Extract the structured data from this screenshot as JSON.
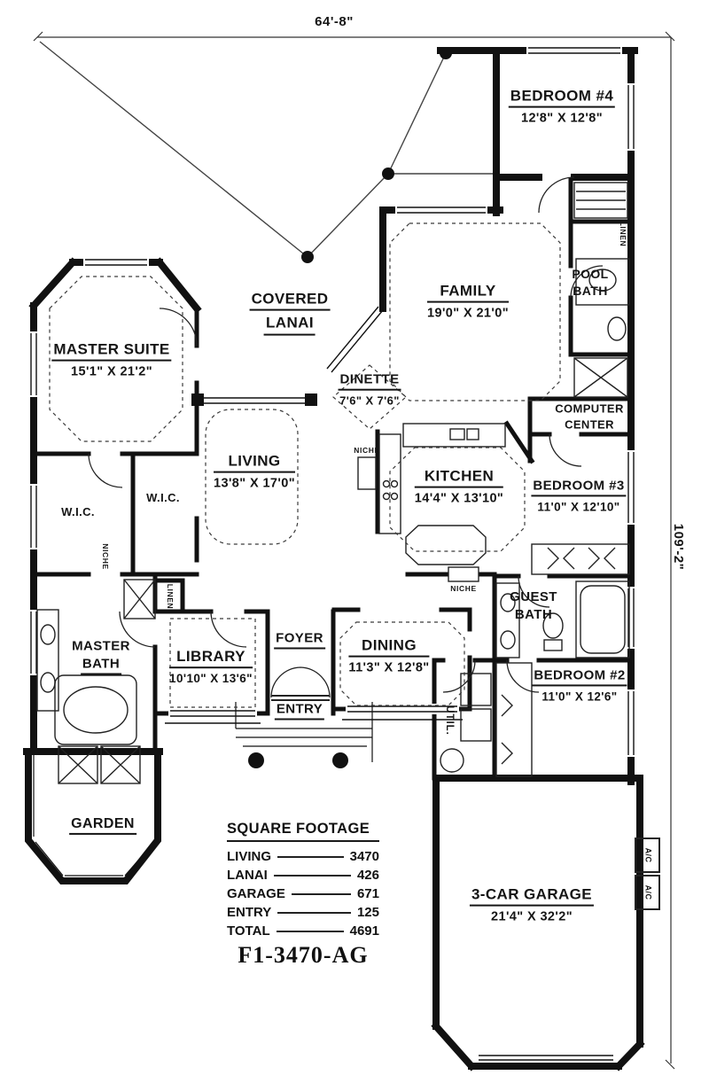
{
  "sheet": {
    "width_dim": "64'-8\"",
    "height_dim": "109'-2\""
  },
  "rooms": {
    "bedroom4": {
      "name": "BEDROOM #4",
      "size": "12'8\" X 12'8\""
    },
    "pool_bath": {
      "line1": "POOL",
      "line2": "BATH"
    },
    "covered_lanai": {
      "line1": "COVERED",
      "line2": "LANAI"
    },
    "family": {
      "name": "FAMILY",
      "size": "19'0\" X 21'0\""
    },
    "master_suite": {
      "name": "MASTER SUITE",
      "size": "15'1\" X 21'2\""
    },
    "dinette": {
      "name": "DINETTE",
      "size": "7'6\" X 7'6\""
    },
    "computer_center": {
      "line1": "COMPUTER",
      "line2": "CENTER"
    },
    "living": {
      "name": "LIVING",
      "size": "13'8\" X 17'0\""
    },
    "kitchen": {
      "name": "KITCHEN",
      "size": "14'4\" X 13'10\""
    },
    "bedroom3": {
      "name": "BEDROOM #3",
      "size": "11'0\" X 12'10\""
    },
    "wic_left": {
      "name": "W.I.C."
    },
    "wic_right": {
      "name": "W.I.C."
    },
    "master_bath": {
      "line1": "MASTER",
      "line2": "BATH"
    },
    "library": {
      "name": "LIBRARY",
      "size": "10'10\" X 13'6\""
    },
    "foyer": {
      "name": "FOYER"
    },
    "dining": {
      "name": "DINING",
      "size": "11'3\" X 12'8\""
    },
    "guest_bath": {
      "line1": "GUEST",
      "line2": "BATH"
    },
    "entry": {
      "name": "ENTRY"
    },
    "bedroom2": {
      "name": "BEDROOM #2",
      "size": "11'0\" X 12'6\""
    },
    "util": {
      "name": "UTIL."
    },
    "garden": {
      "name": "GARDEN"
    },
    "garage": {
      "name": "3-CAR GARAGE",
      "size": "21'4\" X 32'2\""
    }
  },
  "small_labels": {
    "linen_hall": "LINEN",
    "linen_closet": "LINEN",
    "niche_hall": "NICHE",
    "niche_living": "NICHE",
    "niche_kitchen": "NICHE",
    "ac_top": "A/C",
    "ac_bottom": "A/C"
  },
  "square_footage": {
    "title": "SQUARE FOOTAGE",
    "rows": [
      {
        "label": "LIVING",
        "value": "3470"
      },
      {
        "label": "LANAI",
        "value": "426"
      },
      {
        "label": "GARAGE",
        "value": "671"
      },
      {
        "label": "ENTRY",
        "value": "125"
      },
      {
        "label": "TOTAL",
        "value": "4691"
      }
    ],
    "plan_code": "F1-3470-AG"
  }
}
